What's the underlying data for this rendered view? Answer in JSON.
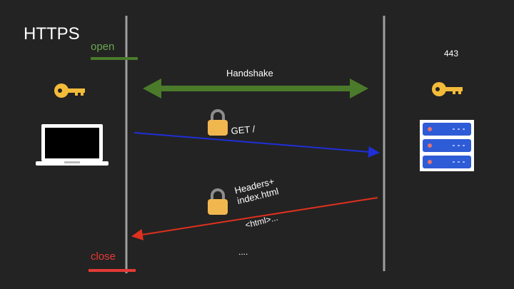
{
  "title": "HTTPS",
  "connection": {
    "open_label": "open",
    "close_label": "close",
    "port_label": "443"
  },
  "messages": {
    "handshake_label": "Handshake",
    "request_label": "GET /",
    "response_label": "Headers+\nindex.html",
    "response_body_label": "<html>...",
    "ellipsis": "...."
  },
  "colors": {
    "background": "#232323",
    "open": "#6aa84f",
    "close": "#e53935",
    "handshake": "#4b7b2a",
    "request": "#1f2fd8",
    "response": "#e0301e",
    "key": "#f3bb3a",
    "lock": "#f1b74f",
    "server": "#2e5bd6"
  },
  "icons": {
    "client_key": "key-icon",
    "server_key": "key-icon",
    "client": "laptop-icon",
    "server": "server-icon",
    "request_lock": "lock-icon",
    "response_lock": "lock-icon"
  }
}
